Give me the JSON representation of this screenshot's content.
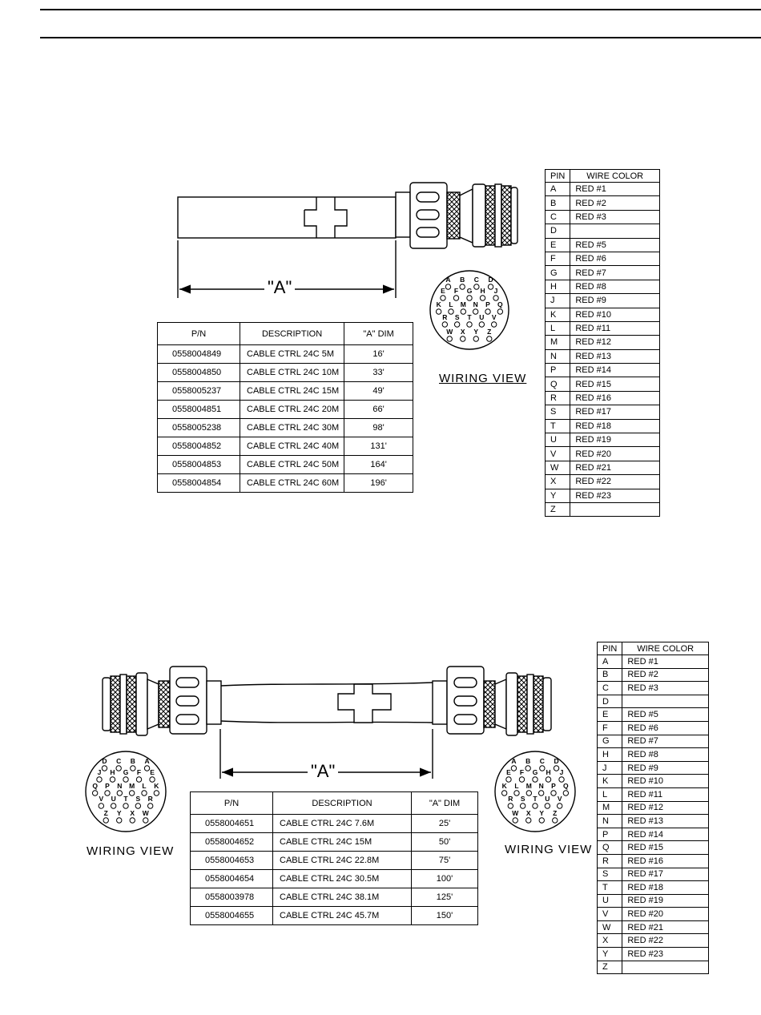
{
  "top": {
    "pn_table": {
      "headers": [
        "P/N",
        "DESCRIPTION",
        "\"A\" DIM"
      ],
      "rows": [
        [
          "0558004849",
          "CABLE CTRL 24C 5M",
          "16'"
        ],
        [
          "0558004850",
          "CABLE CTRL 24C 10M",
          "33'"
        ],
        [
          "0558005237",
          "CABLE CTRL 24C 15M",
          "49'"
        ],
        [
          "0558004851",
          "CABLE CTRL 24C 20M",
          "66'"
        ],
        [
          "0558005238",
          "CABLE CTRL 24C 30M",
          "98'"
        ],
        [
          "0558004852",
          "CABLE CTRL 24C 40M",
          "131'"
        ],
        [
          "0558004853",
          "CABLE CTRL 24C 50M",
          "164'"
        ],
        [
          "0558004854",
          "CABLE CTRL 24C 60M",
          "196'"
        ]
      ]
    },
    "dim_label": "\"A\"",
    "wiring_view_label": "WIRING VIEW",
    "connector_pins": [
      "A",
      "B",
      "C",
      "D",
      "E",
      "F",
      "G",
      "H",
      "J",
      "K",
      "L",
      "M",
      "N",
      "P",
      "Q",
      "R",
      "S",
      "T",
      "U",
      "V",
      "W",
      "X",
      "Y",
      "Z"
    ]
  },
  "bottom": {
    "pn_table": {
      "headers": [
        "P/N",
        "DESCRIPTION",
        "\"A\" DIM"
      ],
      "rows": [
        [
          "0558004651",
          "CABLE CTRL 24C  7.6M",
          "25'"
        ],
        [
          "0558004652",
          "CABLE CTRL 24C  15M",
          "50'"
        ],
        [
          "0558004653",
          "CABLE CTRL 24C  22.8M",
          "75'"
        ],
        [
          "0558004654",
          "CABLE CTRL 24C  30.5M",
          "100'"
        ],
        [
          "0558003978",
          "CABLE CTRL 24C  38.1M",
          "125'"
        ],
        [
          "0558004655",
          "CABLE CTRL 24C  45.7M",
          "150'"
        ]
      ]
    },
    "dim_label": "\"A\"",
    "left_wiring_view_label": "WIRING VIEW",
    "right_wiring_view_label": "WIRING VIEW",
    "left_connector_pins": [
      "D",
      "C",
      "B",
      "A",
      "J",
      "H",
      "G",
      "F",
      "E",
      "Q",
      "P",
      "N",
      "M",
      "L",
      "K",
      "V",
      "U",
      "T",
      "S",
      "R",
      "Z",
      "Y",
      "X",
      "W"
    ],
    "right_connector_pins": [
      "A",
      "B",
      "C",
      "D",
      "E",
      "F",
      "G",
      "H",
      "J",
      "K",
      "L",
      "M",
      "N",
      "P",
      "Q",
      "R",
      "S",
      "T",
      "U",
      "V",
      "W",
      "X",
      "Y",
      "Z"
    ]
  },
  "wire_table": {
    "headers": [
      "PIN",
      "WIRE COLOR"
    ],
    "rows": [
      [
        "A",
        "RED  #1"
      ],
      [
        "B",
        "RED  #2"
      ],
      [
        "C",
        "RED  #3"
      ],
      [
        "D",
        ""
      ],
      [
        "E",
        "RED  #5"
      ],
      [
        "F",
        "RED  #6"
      ],
      [
        "G",
        "RED  #7"
      ],
      [
        "H",
        "RED  #8"
      ],
      [
        "J",
        "RED  #9"
      ],
      [
        "K",
        "RED  #10"
      ],
      [
        "L",
        "RED  #11"
      ],
      [
        "M",
        "RED  #12"
      ],
      [
        "N",
        "RED  #13"
      ],
      [
        "P",
        "RED  #14"
      ],
      [
        "Q",
        "RED  #15"
      ],
      [
        "R",
        "RED  #16"
      ],
      [
        "S",
        "RED  #17"
      ],
      [
        "T",
        "RED  #18"
      ],
      [
        "U",
        "RED  #19"
      ],
      [
        "V",
        "RED  #20"
      ],
      [
        "W",
        "RED  #21"
      ],
      [
        "X",
        "RED  #22"
      ],
      [
        "Y",
        "RED  #23"
      ],
      [
        "Z",
        ""
      ]
    ]
  }
}
